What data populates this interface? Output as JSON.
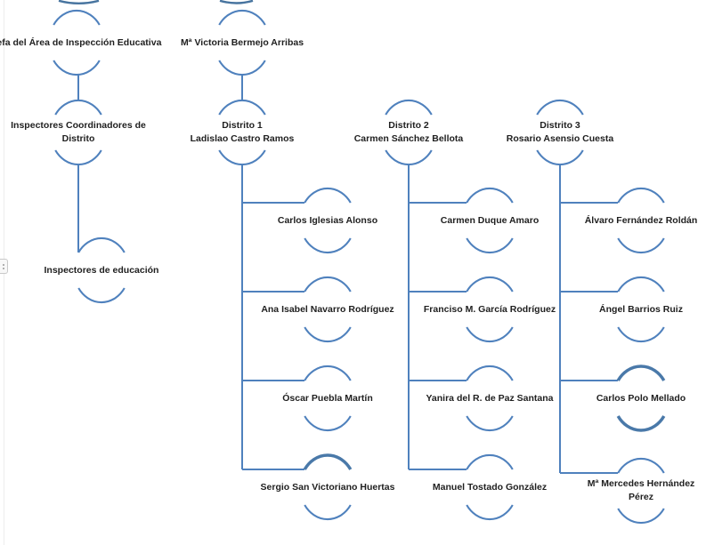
{
  "accent_color": "#4f81bd",
  "thick_stroke_color": "#4a79a9",
  "org_chart": {
    "left_column": {
      "head_role": {
        "lines": [
          "Jefa del Área de Inspección Educativa"
        ]
      },
      "coordinator_role": {
        "lines": [
          "Inspectores Coordinadores de",
          "Distrito"
        ]
      },
      "inspector_role": {
        "lines": [
          "Inspectores de educación"
        ]
      }
    },
    "head": {
      "lines": [
        "Mª Victoria Bermejo Arribas"
      ]
    },
    "district1": {
      "header": {
        "lines": [
          "Distrito 1",
          "Ladislao Castro Ramos"
        ]
      },
      "members": [
        {
          "lines": [
            "Carlos Iglesias Alonso"
          ]
        },
        {
          "lines": [
            "Ana Isabel Navarro Rodríguez"
          ]
        },
        {
          "lines": [
            "Óscar Puebla Martín"
          ]
        },
        {
          "lines": [
            "Sergio San Victoriano Huertas"
          ]
        }
      ]
    },
    "district2": {
      "header": {
        "lines": [
          "Distrito 2",
          "Carmen Sánchez Bellota"
        ]
      },
      "members": [
        {
          "lines": [
            "Carmen Duque Amaro"
          ]
        },
        {
          "lines": [
            "Franciso M. García Rodríguez"
          ]
        },
        {
          "lines": [
            "Yanira del R. de Paz Santana"
          ]
        },
        {
          "lines": [
            "Manuel Tostado González"
          ]
        }
      ]
    },
    "district3": {
      "header": {
        "lines": [
          "Distrito 3",
          "Rosario Asensio Cuesta"
        ]
      },
      "members": [
        {
          "lines": [
            "Álvaro Fernández Roldán"
          ]
        },
        {
          "lines": [
            "Ángel Barrios Ruiz"
          ]
        },
        {
          "lines": [
            "Carlos Polo Mellado"
          ]
        },
        {
          "lines": [
            "Mª Mercedes Hernández",
            "Pérez"
          ]
        }
      ]
    }
  }
}
